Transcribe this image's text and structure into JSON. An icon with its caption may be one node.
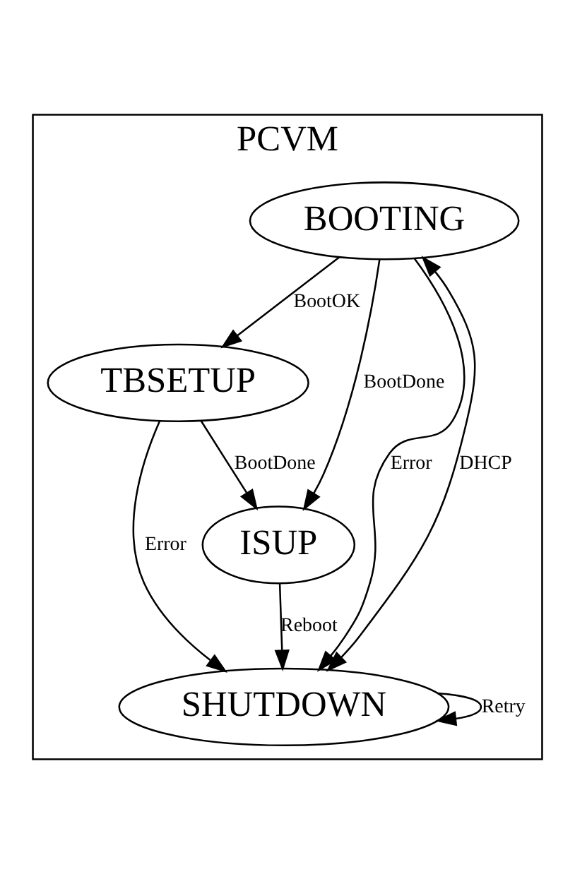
{
  "diagram": {
    "nodes": [
      {
        "text": [
          "PCVM"
        ]
      },
      {
        "text": [
          "BOOTING"
        ],
        "in": 0
      },
      {
        "text": [
          "TBSETUP"
        ],
        "in": 0
      },
      {
        "text": [
          "ISUP"
        ],
        "in": 0
      },
      {
        "text": [
          "SHUTDOWN"
        ],
        "in": 0
      }
    ],
    "edges": [
      {
        "from": 1,
        "to": 2,
        "arrow": "to",
        "label": "BootOK"
      },
      {
        "from": 1,
        "to": 3,
        "arrow": "to",
        "label": "BootDone"
      },
      {
        "from": 1,
        "to": 4,
        "arrow": "to",
        "label": "Error"
      },
      {
        "from": 2,
        "to": 3,
        "arrow": "to",
        "label": "BootDone"
      },
      {
        "from": 2,
        "to": 4,
        "arrow": "to",
        "label": "Error"
      },
      {
        "from": 3,
        "to": 4,
        "arrow": "to",
        "label": "Reboot"
      },
      {
        "from": 4,
        "to": 1,
        "arrow": "both",
        "label": "DHCP"
      },
      {
        "from": 4,
        "to": 4,
        "arrow": "to",
        "label": "Retry"
      }
    ]
  }
}
